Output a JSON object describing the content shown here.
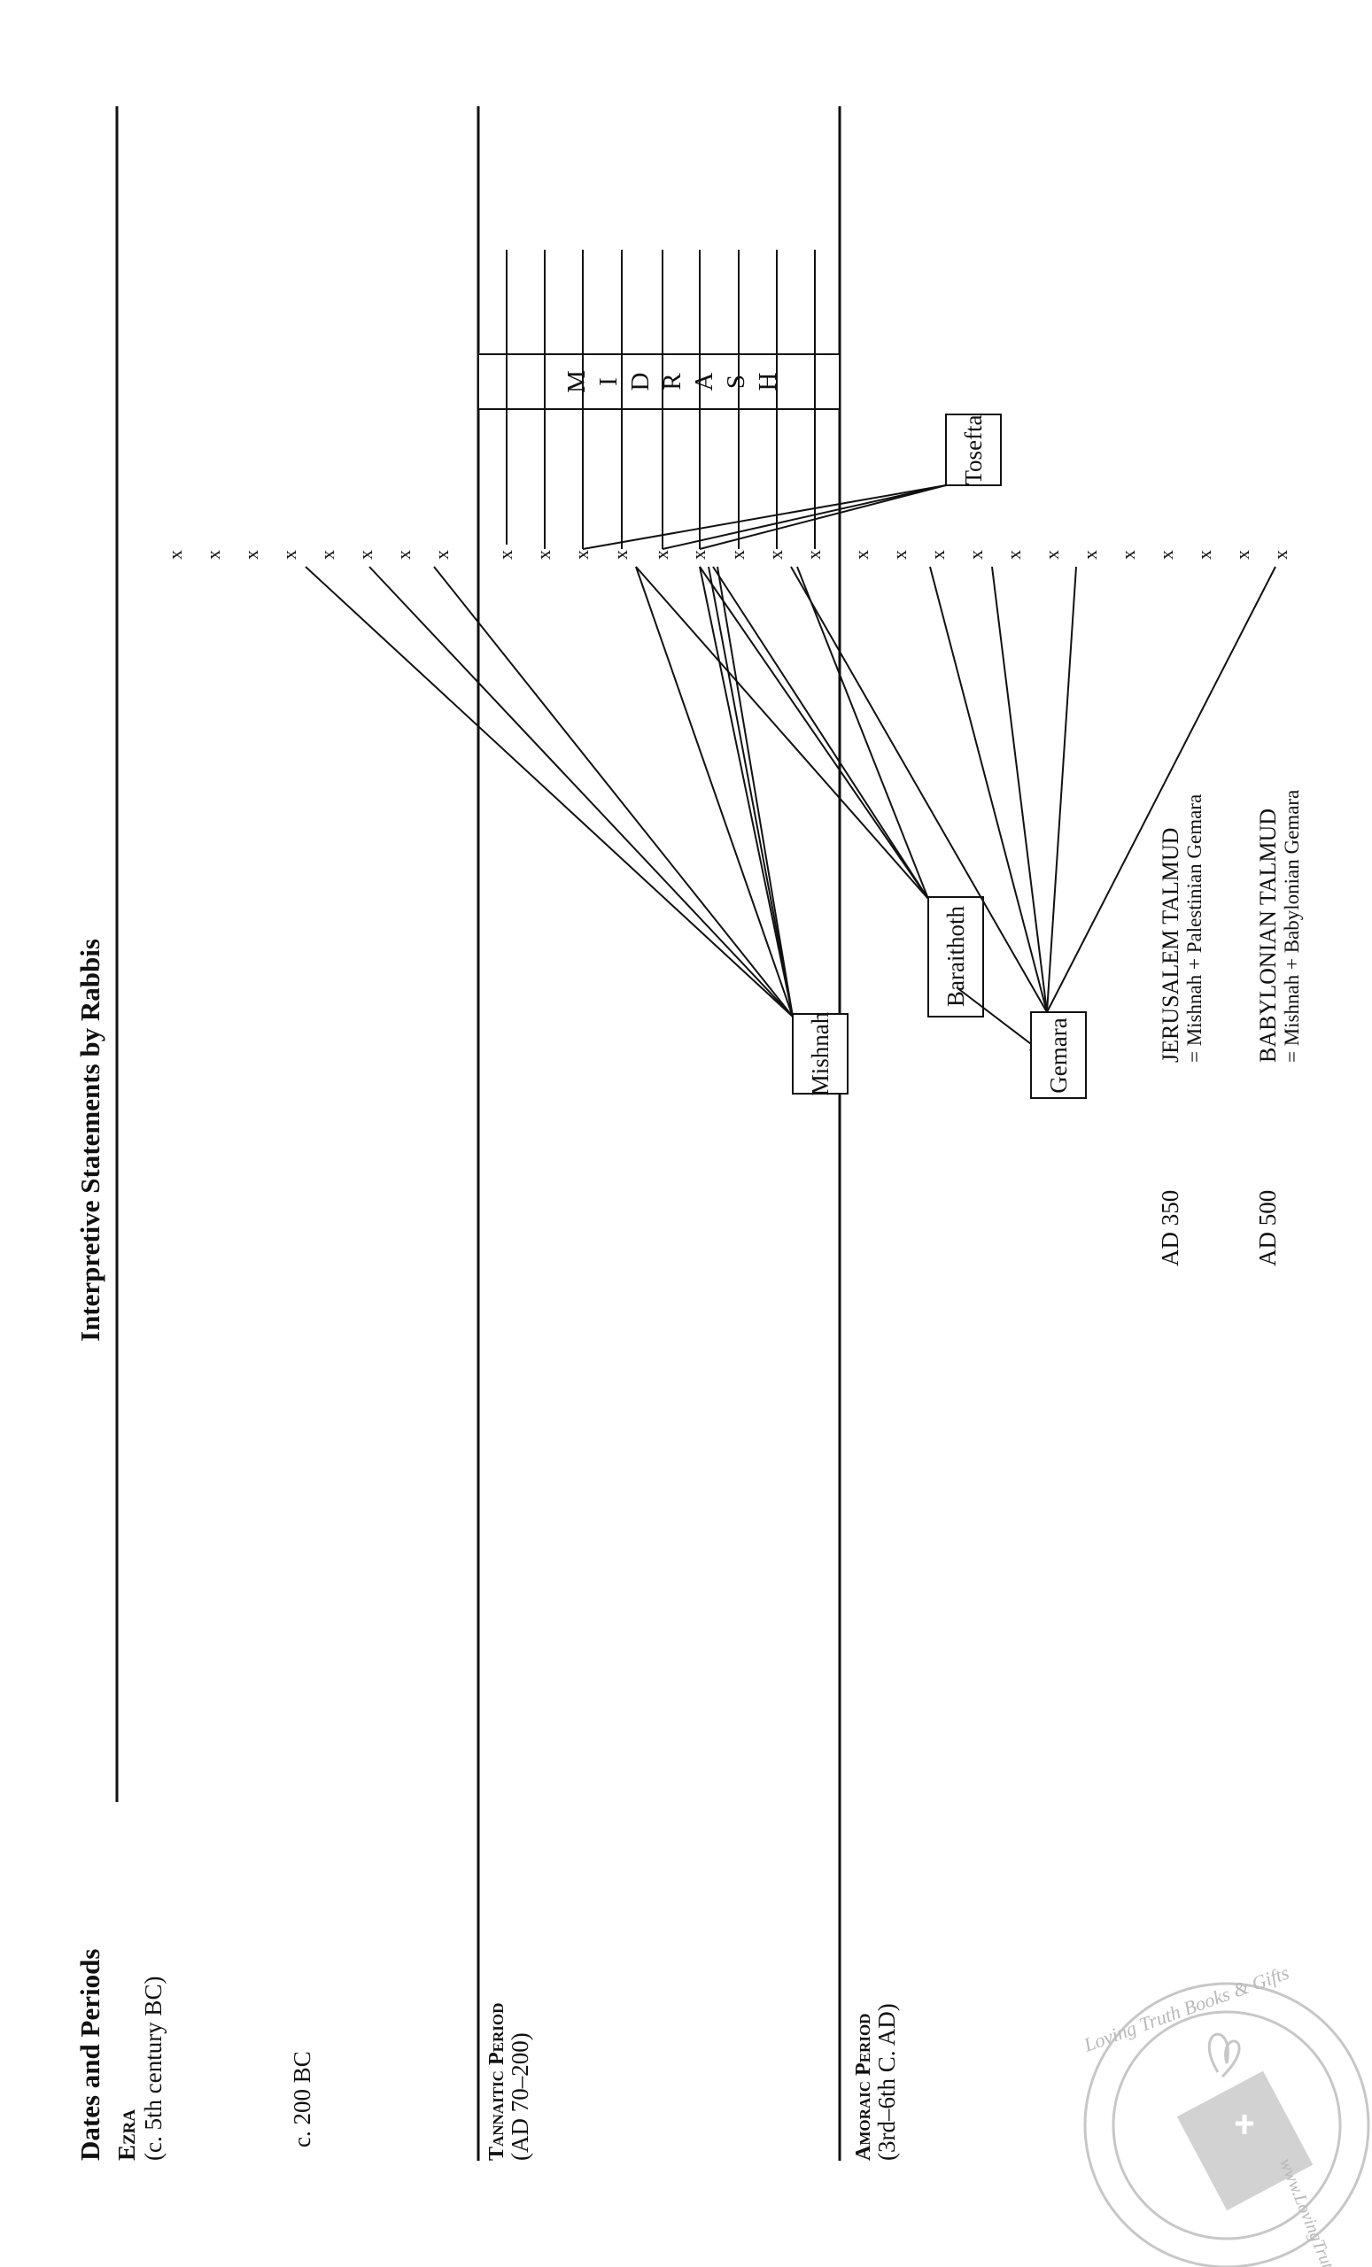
{
  "headings": {
    "left": "Dates and Periods",
    "right": "Interpretive Statements by Rabbis"
  },
  "periods": {
    "ezra": {
      "name": "Ezra",
      "date": "(c. 5th century BC)"
    },
    "c200": "c. 200 BC",
    "tannaitic": {
      "name": "Tannaitic Period",
      "date": "(AD 70–200)"
    },
    "amoraic": {
      "name": "Amoraic Period",
      "date": "(3rd–6th C. AD)"
    },
    "ad350": "AD 350",
    "ad500": "AD 500"
  },
  "midrash_letters": [
    "M",
    "I",
    "D",
    "R",
    "A",
    "S",
    "H"
  ],
  "marker": "x",
  "boxes": {
    "tosefta": "Tosefta",
    "mishnah": "Mishnah",
    "baraithoth": "Baraithoth",
    "gemara": "Gemara"
  },
  "talmuds": {
    "jerusalem_title": "JERUSALEM TALMUD",
    "jerusalem_formula": "= Mishnah + Palestinian Gemara",
    "babylonian_title": "BABYLONIAN TALMUD",
    "babylonian_formula": "= Mishnah + Babylonian Gemara"
  },
  "watermark": {
    "text": "Loving Truth Books & Gifts",
    "url": "www.LovingTruthBooks.com"
  }
}
